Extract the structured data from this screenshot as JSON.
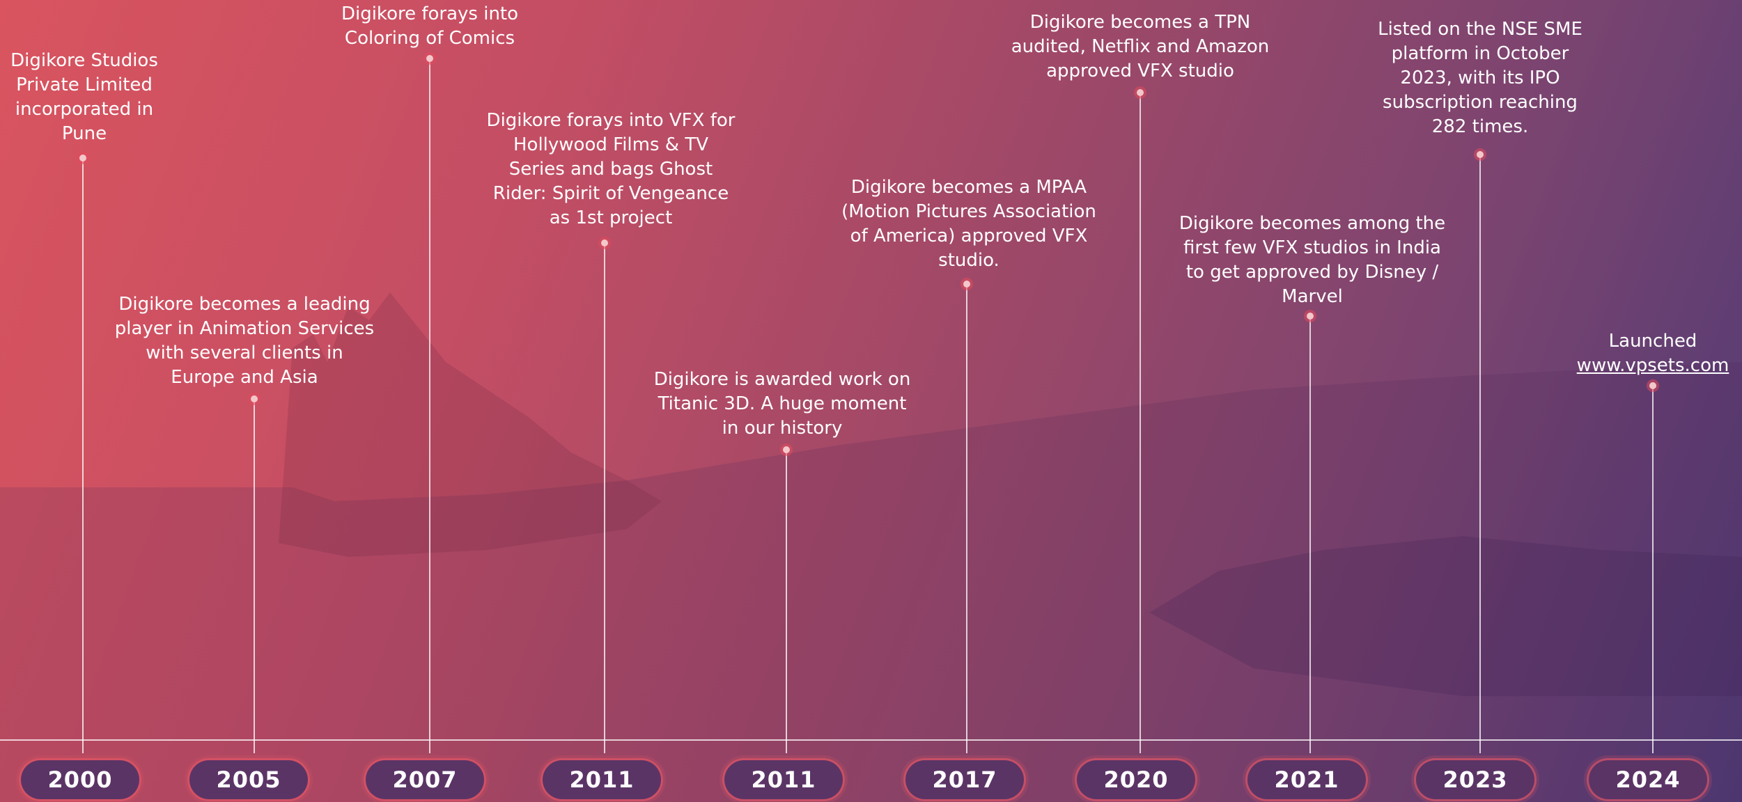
{
  "timeline": {
    "milestones": [
      {
        "year": "2000",
        "text": [
          "Digikore Studios",
          "Private Limited",
          "incorporated in",
          "Pune"
        ]
      },
      {
        "year": "2005",
        "text": [
          "Digikore becomes a leading",
          "player in Animation Services",
          "with several clients in",
          "Europe and Asia"
        ]
      },
      {
        "year": "2007",
        "text": [
          "Digikore forays into",
          "Coloring of Comics"
        ]
      },
      {
        "year": "2011",
        "text": [
          "Digikore forays into VFX for",
          "Hollywood Films & TV",
          "Series and bags Ghost",
          "Rider: Spirit of Vengeance",
          "as 1st  project"
        ]
      },
      {
        "year": "2011",
        "text": [
          "Digikore is awarded work on",
          "Titanic 3D. A huge moment",
          "in our history"
        ]
      },
      {
        "year": "2017",
        "text": [
          "Digikore becomes a MPAA",
          "(Motion Pictures Association",
          "of America) approved VFX",
          "studio."
        ]
      },
      {
        "year": "2020",
        "text": [
          "Digikore becomes a TPN",
          "audited, Netflix and Amazon",
          "approved VFX studio"
        ]
      },
      {
        "year": "2021",
        "text": [
          "Digikore becomes among the",
          "first few VFX studios in India",
          "to get approved by Disney /",
          "Marvel"
        ]
      },
      {
        "year": "2023",
        "text": [
          "Listed on the NSE SME",
          "platform in October",
          "2023, with its IPO",
          "subscription reaching",
          "282 times."
        ]
      },
      {
        "year": "2024",
        "text": [
          "Launched"
        ],
        "link": "www.vpsets.com"
      }
    ]
  }
}
